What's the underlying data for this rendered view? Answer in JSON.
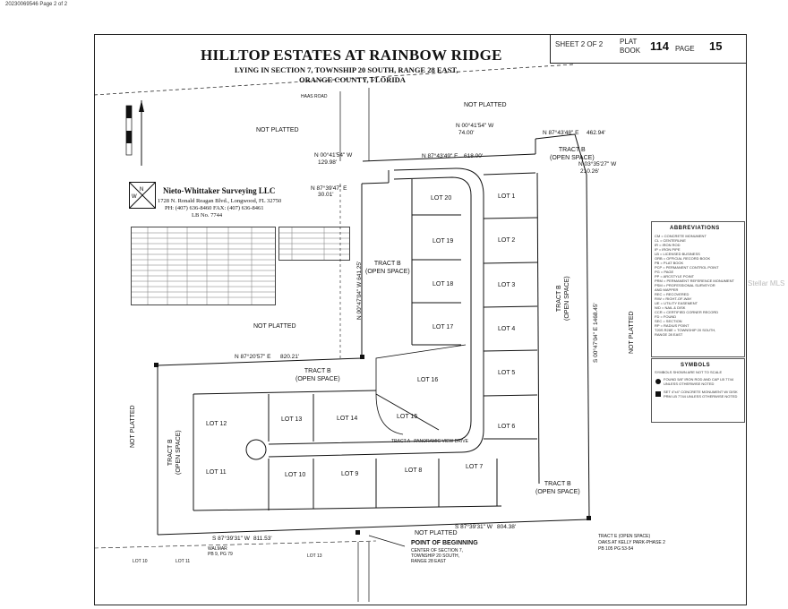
{
  "document_stamp": "20230069546  Page 2 of 2",
  "title": "HILLTOP ESTATES AT RAINBOW RIDGE",
  "subtitle_lines": [
    "LYING IN SECTION 7, TOWNSHIP 20 SOUTH, RANGE 28 EAST,",
    "ORANGE COUNTY, FLORIDA"
  ],
  "sheet": {
    "sheet_text": "SHEET 2 OF 2",
    "plat_label": "PLAT",
    "book_label": "BOOK",
    "book_number": "114",
    "page_label": "PAGE",
    "page_number": "15"
  },
  "surveyor": {
    "name": "Nieto-Whittaker Surveying LLC",
    "address": "1728 N. Ronald Reagan Blvd., Longwood, FL 32750",
    "phone": "PH: (407) 636-8460  FAX: (407) 636-8461",
    "license": "LB No. 7744"
  },
  "areas": {
    "not_platted_top": "NOT PLATTED",
    "not_platted_nw": "NOT PLATTED",
    "not_platted_w": "NOT PLATTED",
    "not_platted_sw": "NOT PLATTED",
    "not_platted_bottom": "NOT PLATTED",
    "not_platted_e": "NOT PLATTED"
  },
  "tracts": {
    "tract_b_ne": [
      "TRACT B",
      "(OPEN SPACE)"
    ],
    "tract_b_w": [
      "TRACT B",
      "(OPEN SPACE)"
    ],
    "tract_b_mid": [
      "TRACT B",
      "(OPEN SPACE)"
    ],
    "tract_b_sw": [
      "TRACT B",
      "(OPEN SPACE)"
    ],
    "tract_b_se": [
      "TRACT B",
      "(OPEN SPACE)"
    ],
    "tract_b_e": [
      "TRACT B",
      "(OPEN SPACE)"
    ],
    "tract_a": "TRACT A - PANORAMIC VIEW DRIVE"
  },
  "lots": [
    "LOT 1",
    "LOT 2",
    "LOT 3",
    "LOT 4",
    "LOT 5",
    "LOT 6",
    "LOT 7",
    "LOT 8",
    "LOT 9",
    "LOT 10",
    "LOT 11",
    "LOT 12",
    "LOT 13",
    "LOT 14",
    "LOT 15",
    "LOT 16",
    "LOT 17",
    "LOT 18",
    "LOT 19",
    "LOT 20"
  ],
  "bearings": {
    "top_road": "HAAS ROAD",
    "n00_a": "N 00°41'54\" W",
    "n00_a_dist": "74.00'",
    "n87_a": "N 87°43'48\" E",
    "n87_a_dist": "462.94'",
    "n87_b": "N 87°43'49\" E",
    "n87_b_dist": "618.00'",
    "n00_b": "N 00°41'54\" W",
    "n00_b_dist": "129.98'",
    "n87_c": "N 87°39'47\" E",
    "n87_c_dist": "30.01'",
    "n03": "N 03°35'27\" W",
    "n03_dist": "210.26'",
    "n87_d": "N 87°20'57\" E",
    "n87_d_dist": "820.21'",
    "s87_a": "S 87°39'31\" W",
    "s87_a_dist": "804.38'",
    "s87_b": "S 87°39'31\" W",
    "s87_b_dist": "811.53'",
    "s00": "S 00°47'04\" E",
    "s00_dist": "1468.45'",
    "w_line": "N 00°47'04\" W 641.25'"
  },
  "point_of_beginning": [
    "POINT OF BEGINNING",
    "CENTER OF SECTION 7,",
    "TOWNSHIP 20 SOUTH,",
    "RANGE 28 EAST"
  ],
  "bottom_labels": {
    "lot10": "LOT 10",
    "lot11": "LOT 11",
    "walmar": "WALMAR",
    "walmar_pb": "PB 9, PG 79",
    "lot13": "LOT 13",
    "oaks": "TRACT E (OPEN SPACE)",
    "oaks_2": "OAKS AT KELLY PARK-PHASE 2",
    "oaks_3": "PB 105 PG 53-54"
  },
  "abbreviations_title": "ABBREVIATIONS",
  "abbreviations": [
    "CM = CONCRETE MONUMENT",
    "CL = CENTERLINE",
    "IR = IRON ROD",
    "IP = IRON PIPE",
    "LB = LICENSED BUSINESS",
    "ORB = OFFICIAL RECORD BOOK",
    "PB = PLAT BOOK",
    "PCP = PERMANENT CONTROL POINT",
    "PG = PAGE",
    "PP = ARCSTYLE POINT",
    "PRM = PERMANENT REFERENCE MONUMENT",
    "PSM = PROFESSIONAL SURVEYOR",
    "AND MAPPER",
    "REC = RECOVERED",
    "R/W = RIGHT-OF-WAY",
    "UE = UTILITY EASEMENT",
    "N/D = NAIL & DISK",
    "CCR = CERTIFIED CORNER RECORD",
    "FD = FOUND",
    "SEC = SECTION",
    "RP = RADIUS POINT",
    "T20S R28E = TOWNSHIP 20 SOUTH,",
    "RANGE 28 EAST"
  ],
  "symbols_title": "SYMBOLS",
  "symbols": [
    "SYMBOLS SHOWN ARE NOT TO SCALE",
    "FOUND 5/8\" IRON ROD AND CAP LB 7744 UNLESS OTHERWISE NOTED",
    "SET 4\"x4\" CONCRETE MONUMENT W/ DISK PRM LB 7744 UNLESS OTHERWISE NOTED"
  ],
  "watermark": "Stellar MLS"
}
